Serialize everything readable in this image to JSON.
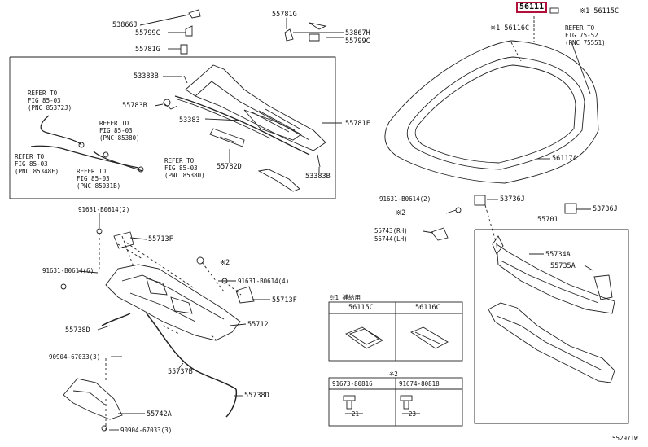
{
  "labels": {
    "p53866j": "53866J",
    "p55799c_a": "55799C",
    "p55781g_a": "55781G",
    "p55781g_b": "55781G",
    "p53867h": "53867H",
    "p55799c_b": "55799C",
    "p53383b_a": "53383B",
    "p55783b": "55783B",
    "p53383": "53383",
    "p55781f": "55781F",
    "p55782d": "55782D",
    "p53383b_b": "53383B",
    "p56111": "56111",
    "p56115c": "※1 56115C",
    "p56116c": "※1 56116C",
    "p56117a": "56117A",
    "p91631_a": "91631-B0614(2)",
    "p53736j_a": "53736J",
    "p53736j_b": "53736J",
    "p55701": "55701",
    "p55743": "55743(RH)",
    "p55744": "55744(LH)",
    "p55734a": "55734A",
    "p55735a": "55735A",
    "p91631_top": "91631-B0614(2)",
    "p55713f_a": "55713F",
    "p91631_6": "91631-B0614(6)",
    "p91631_4": "91631-B0614(4)",
    "p55713f_b": "55713F",
    "p55738d_a": "55738D",
    "p55712": "55712",
    "p90904_a": "90904-67033(3)",
    "p55737b": "55737B",
    "p55738d_b": "55738D",
    "p55742a": "55742A",
    "p90904_b": "90904-67033(3)",
    "star2_a": "※2",
    "star2_b": "※2",
    "note1_title": "※1 補給用",
    "box_56115c": "56115C",
    "box_56116c": "56116C",
    "note2_title": "※2",
    "box_91673": "91673-80816",
    "box_91674": "91674-80818",
    "dim21": "21",
    "dim23": "23",
    "diagram_id": "552971W"
  },
  "refs": {
    "ref_85372j": "REFER TO\nFIG 85-03\n(PNC 85372J)",
    "ref_85380a": "REFER TO\nFIG 85-03\n(PNC 85380)",
    "ref_85348f": "REFER TO\nFIG 85-03\n(PNC 85348F)",
    "ref_85031b": "REFER TO\nFIG 85-03\n(PNC 85031B)",
    "ref_85380b": "REFER TO\nFIG 85-03\n(PNC 85380)",
    "ref_75551": "REFER TO\nFIG 75-52\n(PNC 75551)"
  },
  "colors": {
    "highlight": "#b0103a",
    "line": "#222222"
  }
}
